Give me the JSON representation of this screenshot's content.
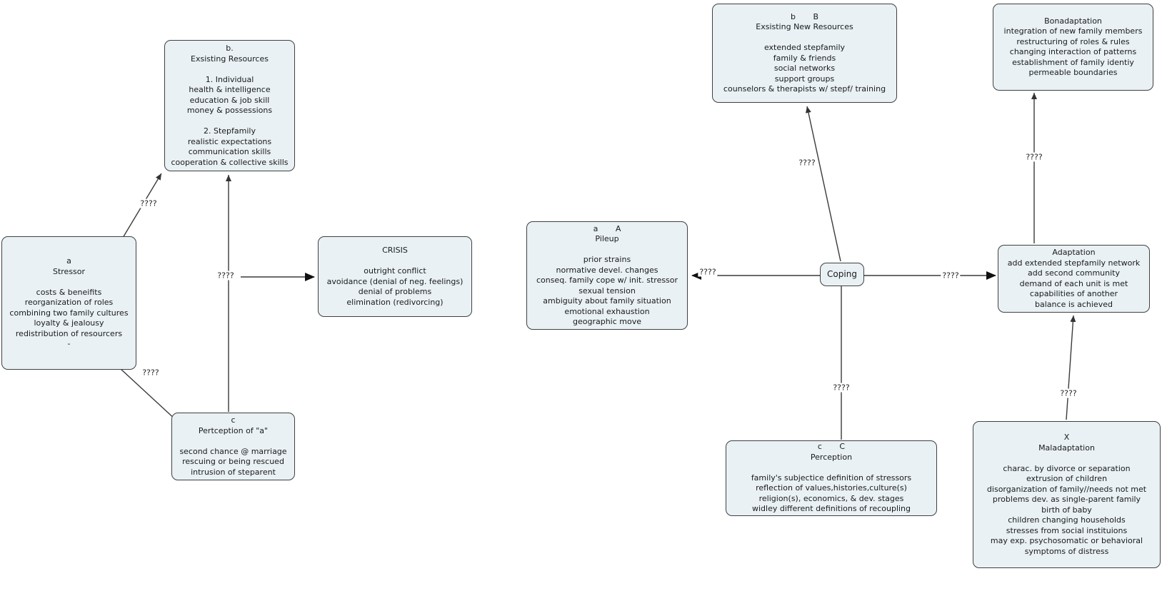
{
  "diagram": {
    "title": "double ABCX stepfamily stress model concept map",
    "background_color": "#ffffff",
    "box_fill_color": "#e9f1f4",
    "box_border_color": "#404040",
    "arrow_color": "#333333",
    "connector_label": "????",
    "boxes": {
      "exsisting_resources": {
        "lines": [
          "b.",
          "Exsisting Resources",
          "",
          "1. Individual",
          "health & intelligence",
          "education & job skill",
          "money & possessions",
          "",
          "2. Stepfamily",
          "realistic expectations",
          "communication skills",
          "cooperation & collective skills"
        ]
      },
      "stressor": {
        "lines": [
          "a",
          "Stressor",
          "",
          "costs & beneifits",
          "reorganization of roles",
          "combining two family cultures",
          "loyalty & jealousy",
          "redistribution of resourcers",
          "-"
        ]
      },
      "perception_of_a": {
        "lines": [
          "c",
          "Pertception of \"a\"",
          "",
          "second chance @ marriage",
          "rescuing or being rescued",
          "intrusion of steparent"
        ]
      },
      "crisis": {
        "lines": [
          "CRISIS",
          "",
          "outright conflict",
          "avoidance (denial of neg. feelings)",
          "denial of problems",
          "elimination (redivorcing)"
        ]
      },
      "exsisting_new_resources": {
        "lines": [
          "b       B",
          "Exsisting New Resources",
          "",
          "extended stepfamily",
          "family & friends",
          "social networks",
          "support groups",
          "counselors & therapists w/ stepf/ training"
        ]
      },
      "bonadaptation": {
        "lines": [
          "Bonadaptation",
          "integration of new family members",
          "restructuring of roles & rules",
          "changing interaction of patterns",
          "establishment of family identiy",
          "permeable boundaries"
        ]
      },
      "pileup": {
        "lines": [
          "a       A",
          "Pileup",
          "",
          "prior strains",
          "normative devel. changes",
          "conseq. family cope w/ init. stressor",
          "sexual tension",
          "ambiguity about family situation",
          "emotional exhaustion",
          "geographic move"
        ]
      },
      "coping": {
        "lines": [
          "Coping"
        ]
      },
      "adaptation": {
        "lines": [
          "Adaptation",
          "add extended stepfamily network",
          "add second community",
          "demand of each unit is met",
          "capabilities of another",
          "balance is achieved"
        ]
      },
      "perception_cc": {
        "lines": [
          "c       C",
          "Perception",
          "",
          "family's subjectice definition of stressors",
          "reflection of values,histories,culture(s)",
          "religion(s), economics, & dev. stages",
          "widley different definitions of recoupling"
        ]
      },
      "maladaptation": {
        "lines": [
          "X",
          "Maladaptation",
          "",
          "charac. by divorce or separation",
          "extrusion of children",
          "disorganization of family//needs not met",
          "problems dev. as single-parent family",
          "birth of baby",
          "children changing households",
          "stresses from social instituions",
          "may exp. psychosomatic or behavioral",
          "symptoms of distress"
        ]
      }
    }
  }
}
